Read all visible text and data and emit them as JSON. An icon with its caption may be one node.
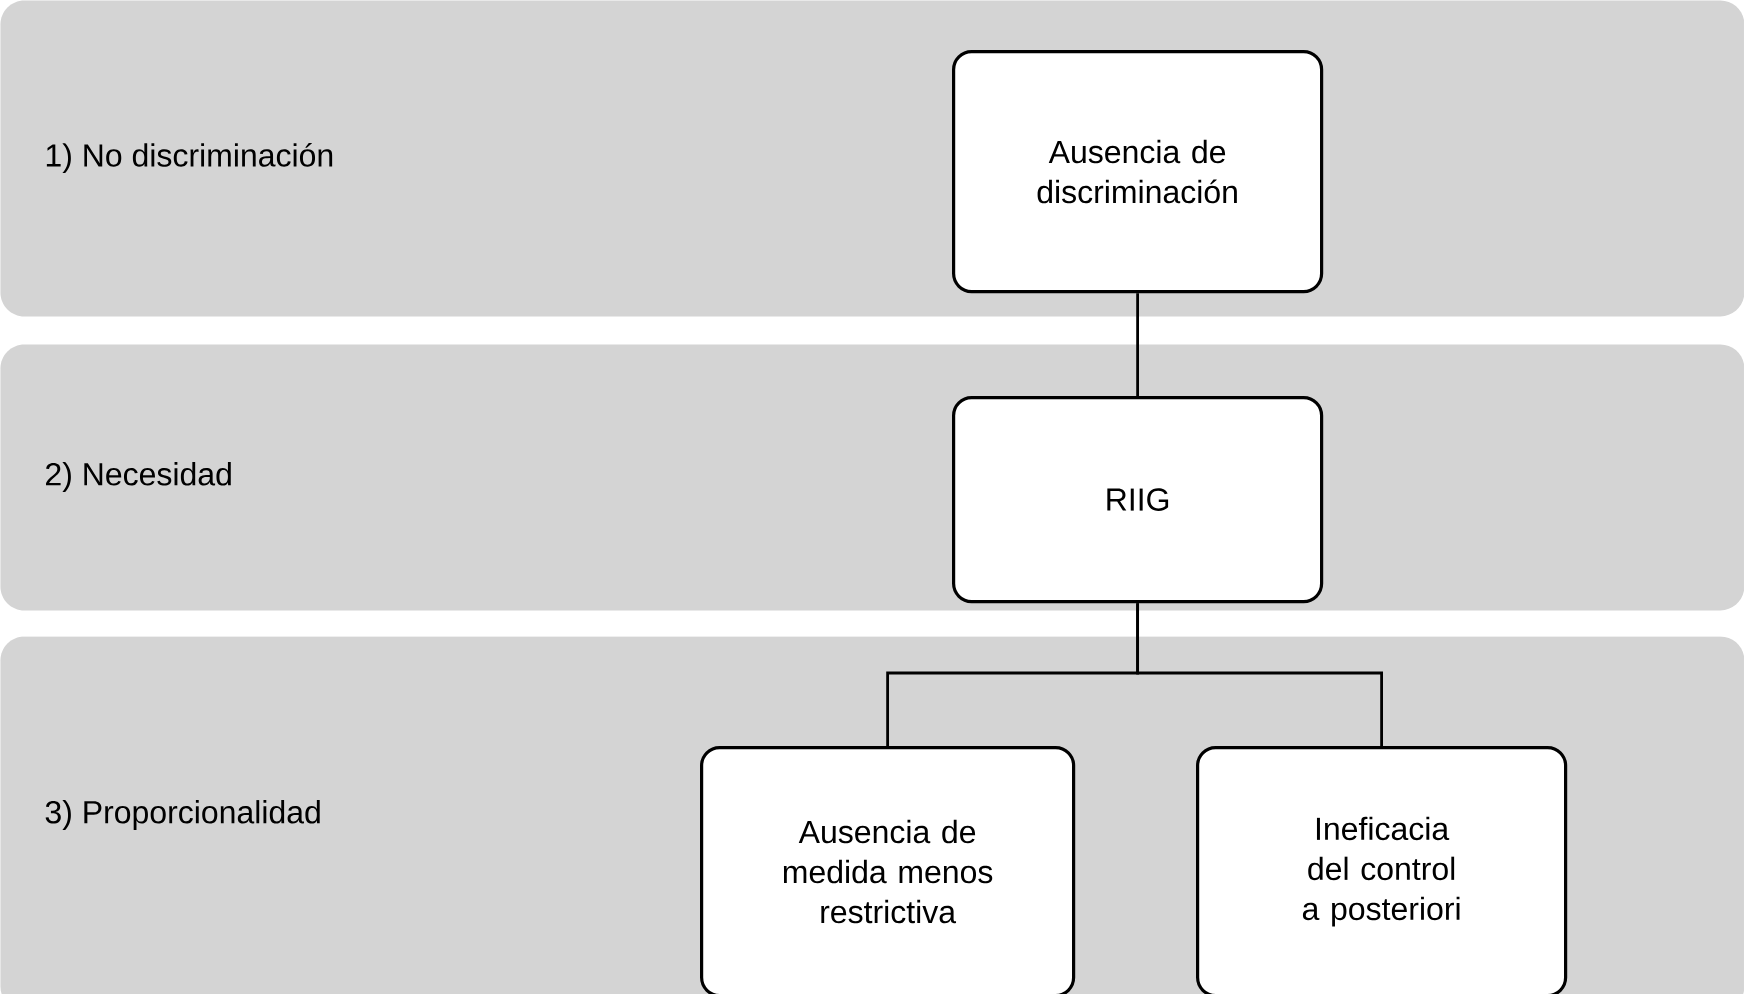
{
  "diagram": {
    "nodes": [
      {
        "text": [
          "1) No discriminación"
        ]
      },
      {
        "text": [
          "Ausencia de discriminación"
        ],
        "in": 0
      },
      {
        "text": [
          "2) Necesidad"
        ]
      },
      {
        "text": [
          "RIIG"
        ],
        "in": 2
      },
      {
        "text": [
          "3) Proporcionalidad"
        ]
      },
      {
        "text": [
          "Ausencia de medida menos restrictiva"
        ],
        "in": 4
      },
      {
        "text": [
          "Ineficacia del control a posteriori"
        ],
        "in": 4
      }
    ],
    "edges": [
      {
        "from": 1,
        "to": 3,
        "arrow": "none"
      },
      {
        "from": 3,
        "to": 5,
        "arrow": "none"
      },
      {
        "from": 3,
        "to": 6,
        "arrow": "none"
      }
    ]
  }
}
